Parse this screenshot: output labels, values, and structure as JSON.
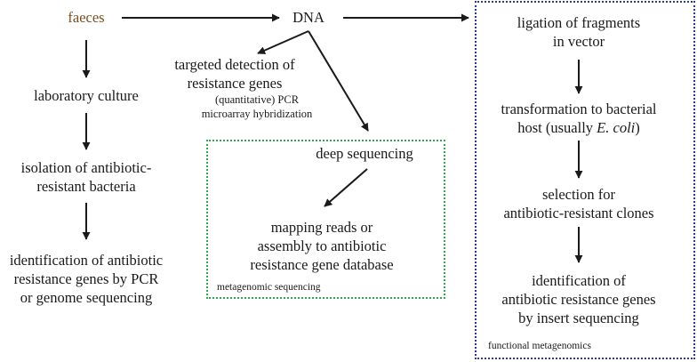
{
  "nodes": {
    "faeces": "faeces",
    "dna": "DNA",
    "lab_culture": "laboratory culture",
    "isolation": [
      "isolation of antibiotic-",
      "resistant bacteria"
    ],
    "identification_pcr": [
      "identification of antibiotic",
      "resistance genes by PCR",
      "or genome sequencing"
    ],
    "targeted_detection": [
      "targeted detection of",
      "resistance genes"
    ],
    "targeted_methods": [
      "(quantitative) PCR",
      "microarray hybridization"
    ],
    "deep_sequencing": "deep sequencing",
    "mapping": [
      "mapping reads or",
      "assembly to antibiotic",
      "resistance gene database"
    ],
    "ligation": [
      "ligation of fragments",
      "in vector"
    ],
    "transformation_line1": "transformation to bacterial",
    "transformation_line2_pre": "host (usually ",
    "transformation_line2_italic": "E. coli",
    "transformation_line2_post": ")",
    "selection": [
      "selection for",
      "antibiotic-resistant clones"
    ],
    "identification_insert": [
      "identification of",
      "antibiotic resistance genes",
      "by insert sequencing"
    ]
  },
  "boxes": {
    "metagenomic_label": "metagenomic sequencing",
    "functional_label": "functional metagenomics"
  },
  "colors": {
    "faeces_text": "#7a4f1e",
    "metagenomic_border": "#2fa84f",
    "functional_border": "#2b3a8c",
    "arrow": "#1a1a1a"
  }
}
